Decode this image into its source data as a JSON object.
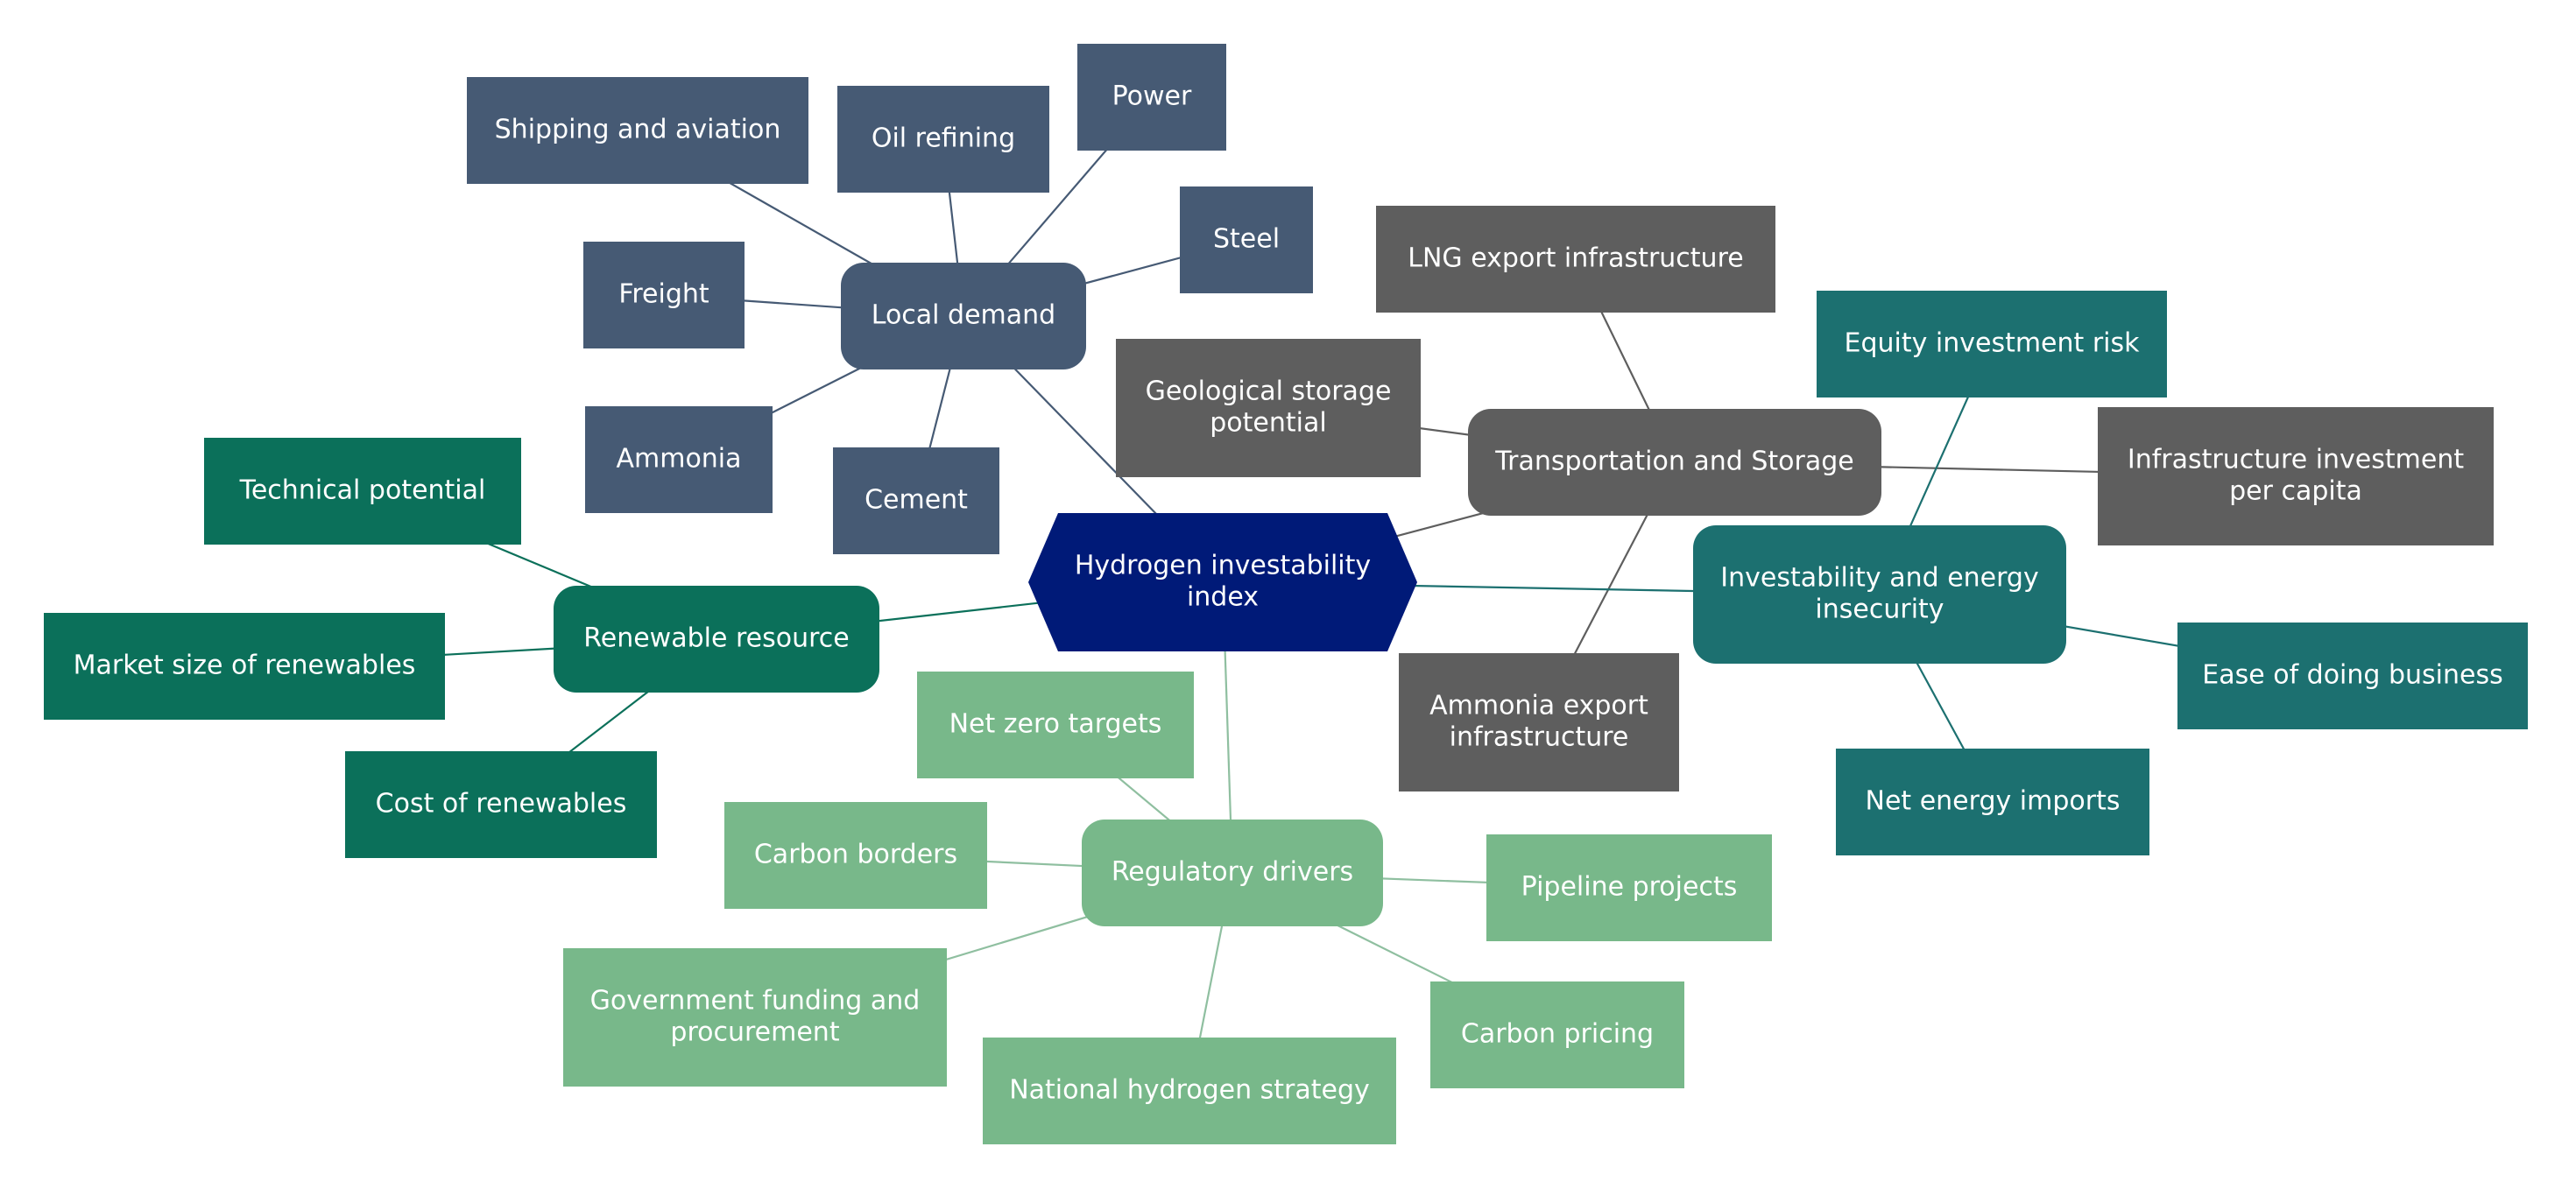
{
  "colors": {
    "root": "#001a78",
    "demand": "#465a74",
    "transport": "#5e5e5e",
    "invest": "#1c7070",
    "renewable": "#0b705a",
    "regulatory": "#78b88a",
    "link_demand": "#465a74",
    "link_transport": "#5e5e5e",
    "link_invest": "#1c7070",
    "link_renewable": "#0b705a",
    "link_regulatory": "#8fbfa0"
  },
  "root": {
    "id": "root",
    "label": [
      "Hydrogen investability",
      "index"
    ],
    "color": "root",
    "shape": "hexagon"
  },
  "branches": [
    {
      "id": "local-demand",
      "label": [
        "Local demand"
      ],
      "color": "demand",
      "link": "link_demand",
      "children": [
        {
          "id": "shipping",
          "label": [
            "Shipping and aviation"
          ]
        },
        {
          "id": "oil-refining",
          "label": [
            "Oil refining"
          ]
        },
        {
          "id": "power",
          "label": [
            "Power"
          ]
        },
        {
          "id": "steel",
          "label": [
            "Steel"
          ]
        },
        {
          "id": "freight",
          "label": [
            "Freight"
          ]
        },
        {
          "id": "ammonia",
          "label": [
            "Ammonia"
          ]
        },
        {
          "id": "cement",
          "label": [
            "Cement"
          ]
        }
      ]
    },
    {
      "id": "transport-storage",
      "label": [
        "Transportation and Storage"
      ],
      "color": "transport",
      "link": "link_transport",
      "children": [
        {
          "id": "lng-export",
          "label": [
            "LNG export infrastructure"
          ]
        },
        {
          "id": "geo-storage",
          "label": [
            "Geological storage",
            "potential"
          ]
        },
        {
          "id": "infra-invest",
          "label": [
            "Infrastructure investment",
            "per capita"
          ]
        },
        {
          "id": "ammonia-export",
          "label": [
            "Ammonia export",
            "infrastructure"
          ]
        }
      ]
    },
    {
      "id": "investability",
      "label": [
        "Investability and energy",
        "insecurity"
      ],
      "color": "invest",
      "link": "link_invest",
      "children": [
        {
          "id": "equity-risk",
          "label": [
            "Equity investment risk"
          ]
        },
        {
          "id": "ease-business",
          "label": [
            "Ease of doing business"
          ]
        },
        {
          "id": "net-imports",
          "label": [
            "Net energy imports"
          ]
        }
      ]
    },
    {
      "id": "renewable",
      "label": [
        "Renewable resource"
      ],
      "color": "renewable",
      "link": "link_renewable",
      "children": [
        {
          "id": "technical-potential",
          "label": [
            "Technical potential"
          ]
        },
        {
          "id": "market-size",
          "label": [
            "Market size of renewables"
          ]
        },
        {
          "id": "cost-renewables",
          "label": [
            "Cost of renewables"
          ]
        }
      ]
    },
    {
      "id": "regulatory",
      "label": [
        "Regulatory drivers"
      ],
      "color": "regulatory",
      "link": "link_regulatory",
      "children": [
        {
          "id": "net-zero",
          "label": [
            "Net zero targets"
          ]
        },
        {
          "id": "carbon-borders",
          "label": [
            "Carbon borders"
          ]
        },
        {
          "id": "pipeline-projects",
          "label": [
            "Pipeline projects"
          ]
        },
        {
          "id": "gov-funding",
          "label": [
            "Government funding and",
            "procurement"
          ]
        },
        {
          "id": "carbon-pricing",
          "label": [
            "Carbon pricing"
          ]
        },
        {
          "id": "national-strategy",
          "label": [
            "National hydrogen strategy"
          ]
        }
      ]
    }
  ]
}
